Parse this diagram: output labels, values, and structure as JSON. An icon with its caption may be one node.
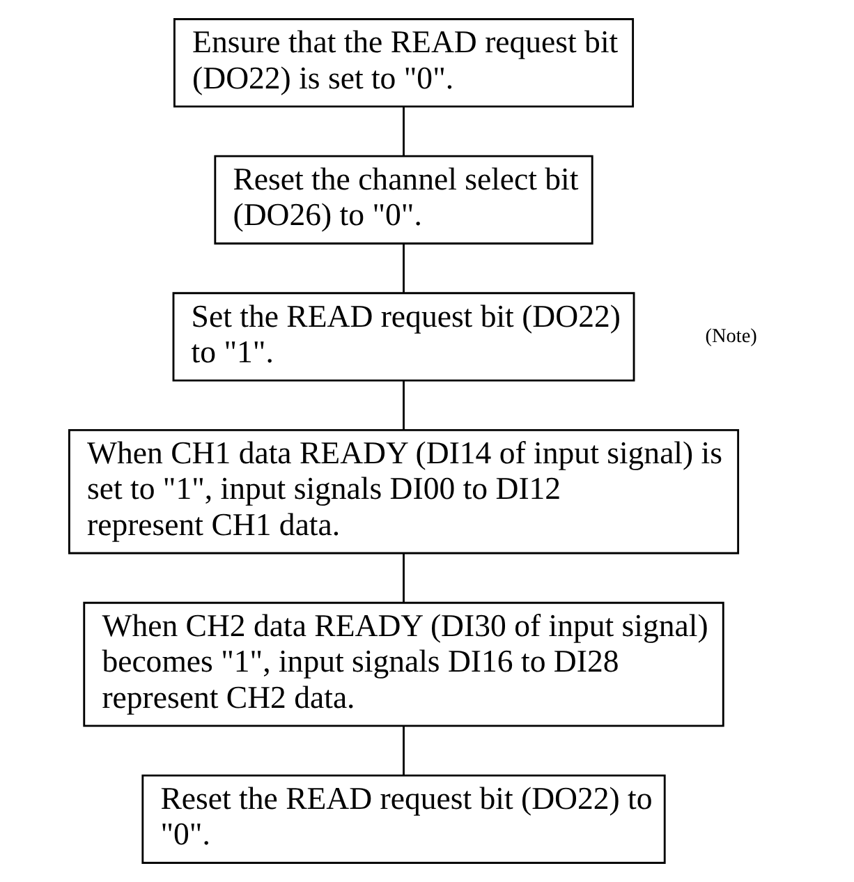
{
  "diagram": {
    "nodes": [
      {
        "text": [
          "Ensure that the READ request bit (DO22) is set to \"0\"."
        ]
      },
      {
        "text": [
          "Reset the channel select bit (DO26) to \"0\"."
        ]
      },
      {
        "text": [
          "Set the READ request bit (DO22) to \"1\"."
        ],
        "beside": [
          "(Note)"
        ]
      },
      {
        "text": [
          "When CH1 data READY (DI14 of input signal) is set to \"1\", input signals DI00 to DI12 represent CH1 data."
        ]
      },
      {
        "text": [
          "When CH2 data READY (DI30 of input signal) becomes \"1\", input signals DI16 to DI28 represent CH2 data."
        ]
      },
      {
        "text": [
          "Reset the READ request bit (DO22) to \"0\"."
        ]
      }
    ],
    "edges": [
      {
        "from": 0,
        "to": 1,
        "arrow": "none"
      },
      {
        "from": 1,
        "to": 2,
        "arrow": "none"
      },
      {
        "from": 2,
        "to": 3,
        "arrow": "none"
      },
      {
        "from": 3,
        "to": 4,
        "arrow": "none"
      },
      {
        "from": 4,
        "to": 5,
        "arrow": "none"
      }
    ]
  }
}
